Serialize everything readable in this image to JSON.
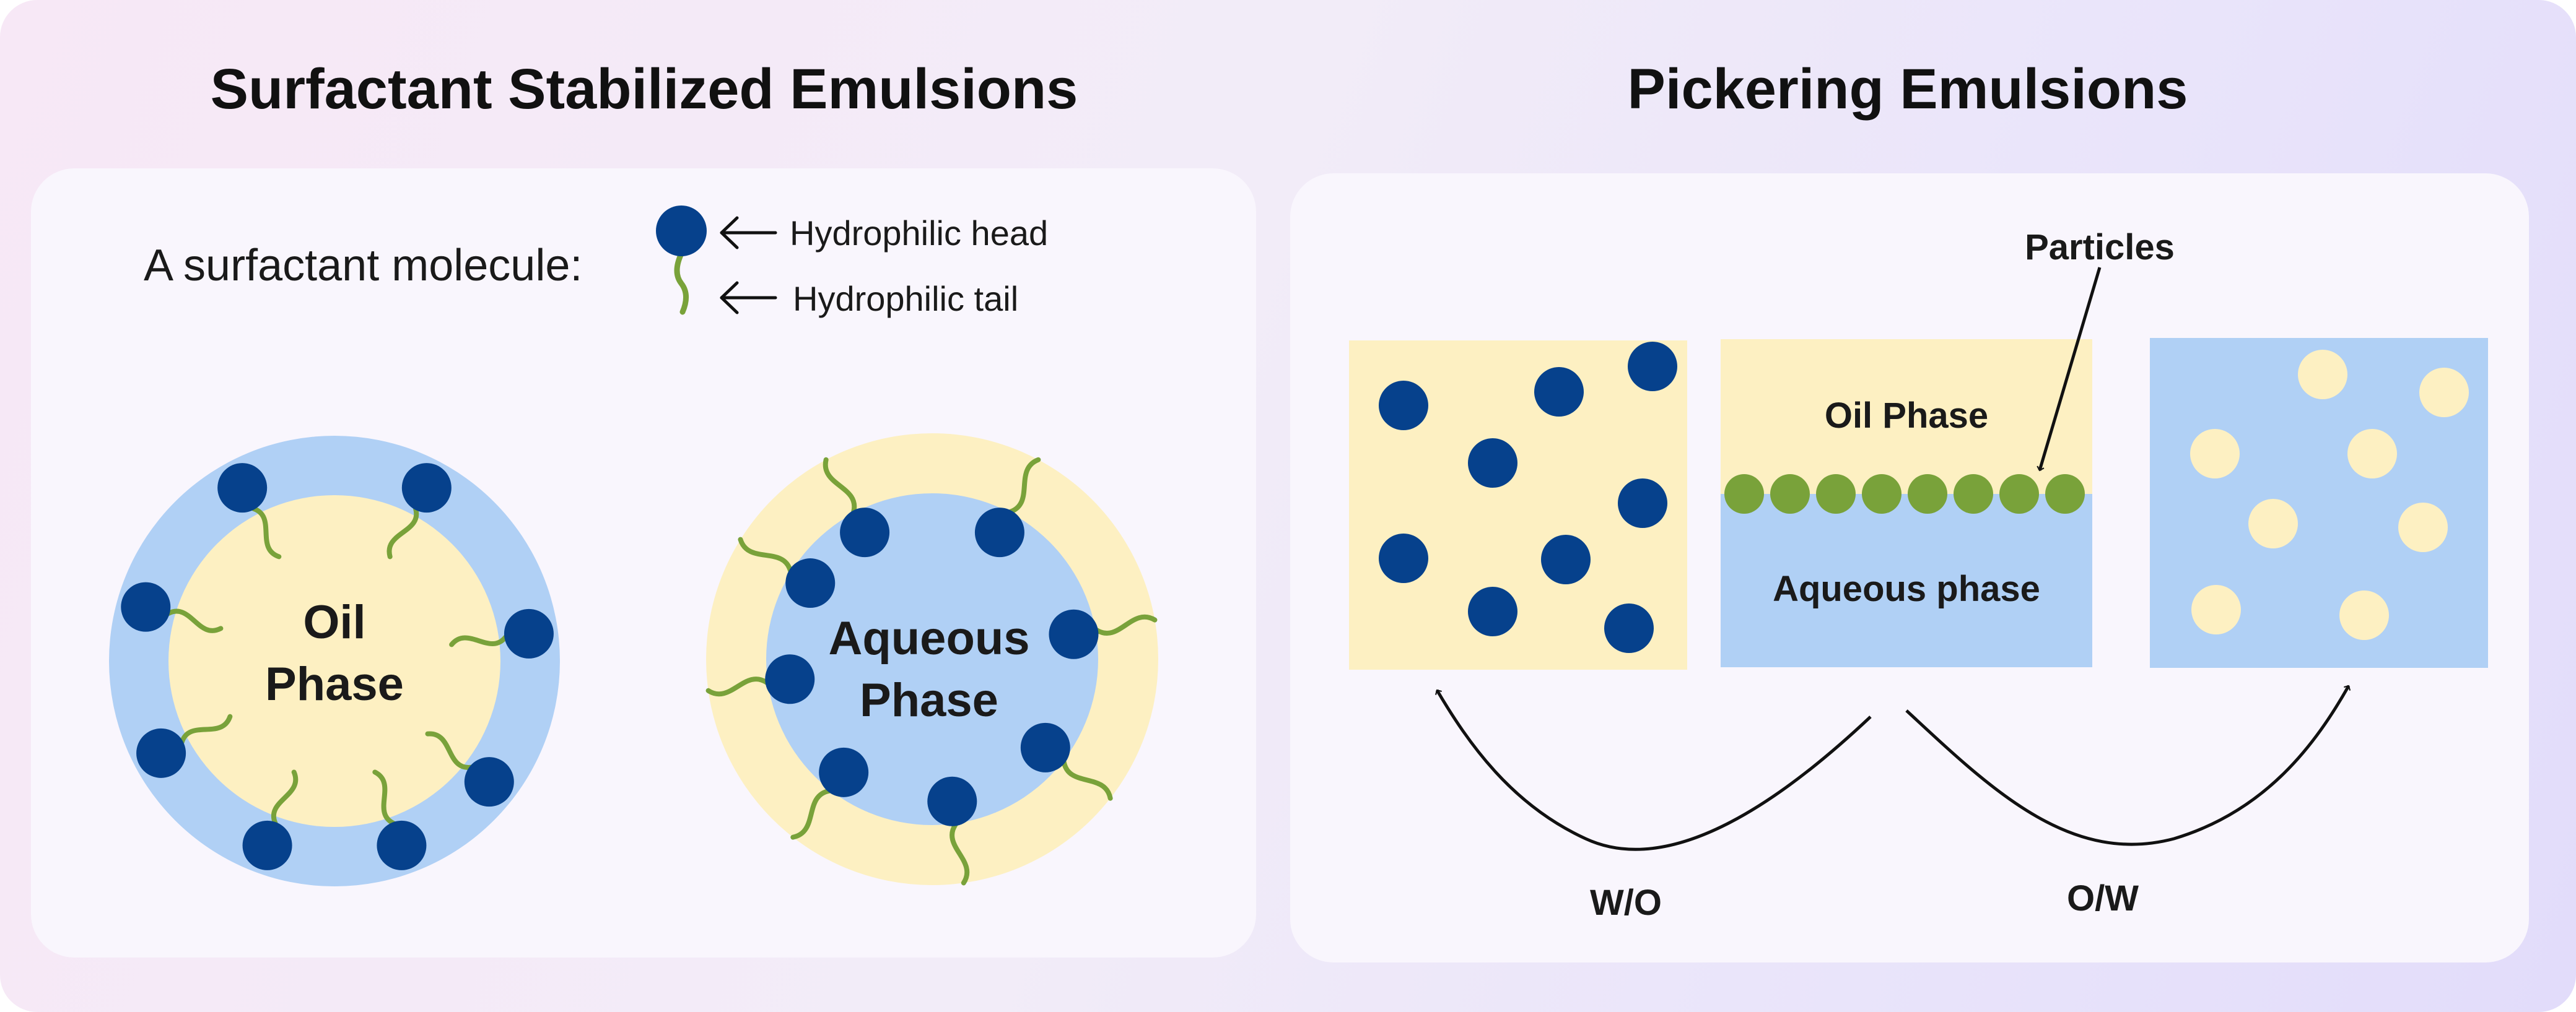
{
  "colors": {
    "oil": "#fdf0c2",
    "aqueous": "#b0d0f5",
    "head": "#06418c",
    "tail": "#79a23a",
    "particle": "#79a23a",
    "ink": "#111111"
  },
  "left": {
    "title": "Surfactant Stabilized Emulsions",
    "molecule_label": "A surfactant molecule:",
    "head_label": "Hydrophilic head",
    "tail_label": "Hydrophilic tail",
    "oil_drop": {
      "line1": "Oil",
      "line2": "Phase"
    },
    "water_drop": {
      "line1": "Aqueous",
      "line2": "Phase"
    }
  },
  "right": {
    "title": "Pickering Emulsions",
    "particles_label": "Particles",
    "oil_phase_label": "Oil Phase",
    "aqueous_phase_label": "Aqueous phase",
    "wo_label": "W/O",
    "ow_label": "O/W"
  },
  "icons": [
    "left-arrow-icon",
    "surfactant-molecule-icon",
    "curved-arrow-icon"
  ]
}
